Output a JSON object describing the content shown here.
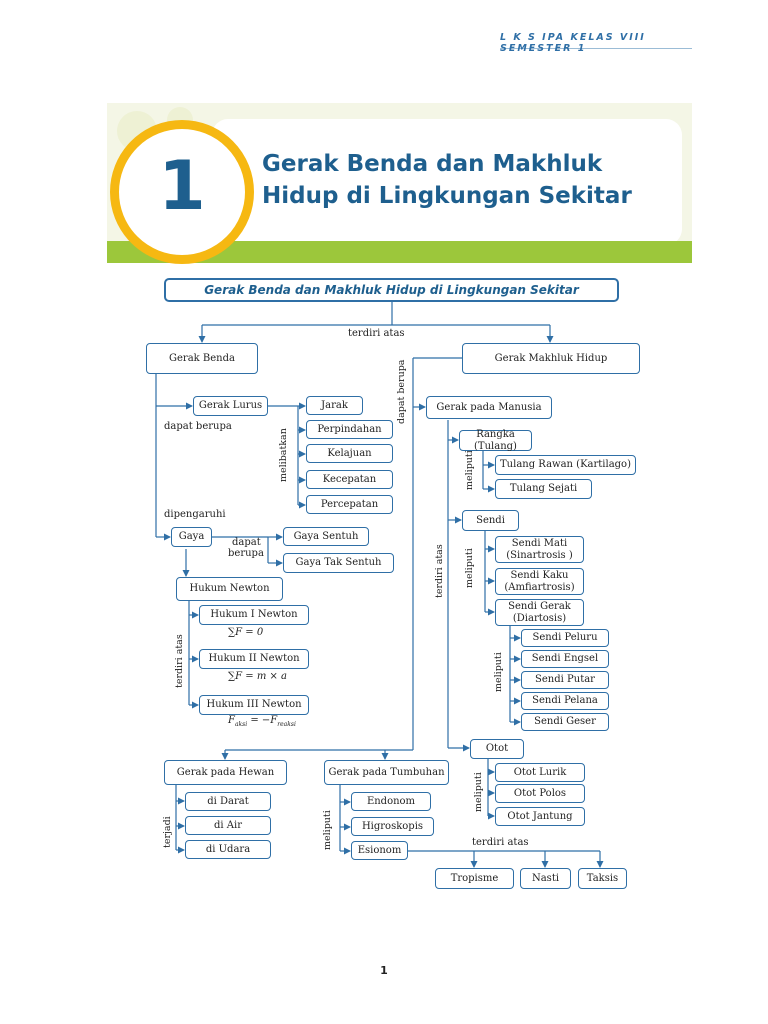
{
  "header": {
    "text": "L K S  IPA KELAS VIII SEMESTER 1"
  },
  "banner": {
    "chapter_number": "1",
    "title_line1": "Gerak Benda dan Makhluk",
    "title_line2": "Hidup di Lingkungan Sekitar"
  },
  "map": {
    "title": "Gerak Benda dan Makhluk Hidup di Lingkungan Sekitar",
    "labels": {
      "terdiri_atas": "terdiri atas",
      "dapat_berupa": "dapat berupa",
      "dapat_berupa_vertical": "dapat berupa",
      "dipengaruhi": "dipengaruhi",
      "dapat": "dapat",
      "berupa": "berupa",
      "melibatkan": "melibatkan",
      "terdiri_atas_newton": "terdiri atas",
      "terdiri_atas_manusia": "terdiri atas",
      "meliputi_rangka": "meliputi",
      "meliputi_sendi": "meliputi",
      "meliputi_gerak": "meliputi",
      "meliputi_otot": "meliputi",
      "terjadi": "terjadi",
      "meliputi_tumbuhan": "meliputi",
      "terdiri_atas_esionom": "terdiri atas"
    },
    "nodes": {
      "gerak_benda": "Gerak Benda",
      "gerak_makhluk_hidup": "Gerak Makhluk Hidup",
      "gerak_lurus": "Gerak Lurus",
      "jarak": "Jarak",
      "perpindahan": "Perpindahan",
      "kelajuan": "Kelajuan",
      "kecepatan": "Kecepatan",
      "percepatan": "Percepatan",
      "gaya": "Gaya",
      "gaya_sentuh": "Gaya Sentuh",
      "gaya_tak_sentuh": "Gaya Tak Sentuh",
      "hukum_newton": "Hukum Newton",
      "hukum_1": "Hukum I Newton",
      "hukum_2": "Hukum II Newton",
      "hukum_3": "Hukum III Newton",
      "gerak_pada_manusia": "Gerak pada Manusia",
      "rangka": "Rangka (Tulang)",
      "tulang_rawan": "Tulang Rawan (Kartilago)",
      "tulang_sejati": "Tulang Sejati",
      "sendi": "Sendi",
      "sendi_mati_1": "Sendi Mati",
      "sendi_mati_2": "(Sinartrosis )",
      "sendi_kaku_1": "Sendi Kaku",
      "sendi_kaku_2": "(Amfiartrosis)",
      "sendi_gerak_1": "Sendi Gerak",
      "sendi_gerak_2": "(Diartosis)",
      "sendi_peluru": "Sendi Peluru",
      "sendi_engsel": "Sendi Engsel",
      "sendi_putar": "Sendi Putar",
      "sendi_pelana": "Sendi Pelana",
      "sendi_geser": "Sendi Geser",
      "otot": "Otot",
      "otot_lurik": "Otot Lurik",
      "otot_polos": "Otot Polos",
      "otot_jantung": "Otot Jantung",
      "gerak_pada_hewan": "Gerak pada Hewan",
      "di_darat": "di Darat",
      "di_air": "di Air",
      "di_udara": "di Udara",
      "gerak_pada_tumbuhan": "Gerak pada Tumbuhan",
      "endonom": "Endonom",
      "higroskopis": "Higroskopis",
      "esionom": "Esionom",
      "tropisme": "Tropisme",
      "nasti": "Nasti",
      "taksis": "Taksis"
    },
    "formulas": {
      "f1": "∑F = 0",
      "f2": "∑F = m × a",
      "f3_main": "F",
      "f3_sub1": "aksi",
      "f3_mid": " = −F",
      "f3_sub2": "reaksi"
    }
  },
  "page_number": "1",
  "colors": {
    "accent_blue": "#2f6fa6",
    "title_blue": "#1e5f8e",
    "ring_yellow": "#f6b812",
    "banner_green": "#9cc73b"
  }
}
